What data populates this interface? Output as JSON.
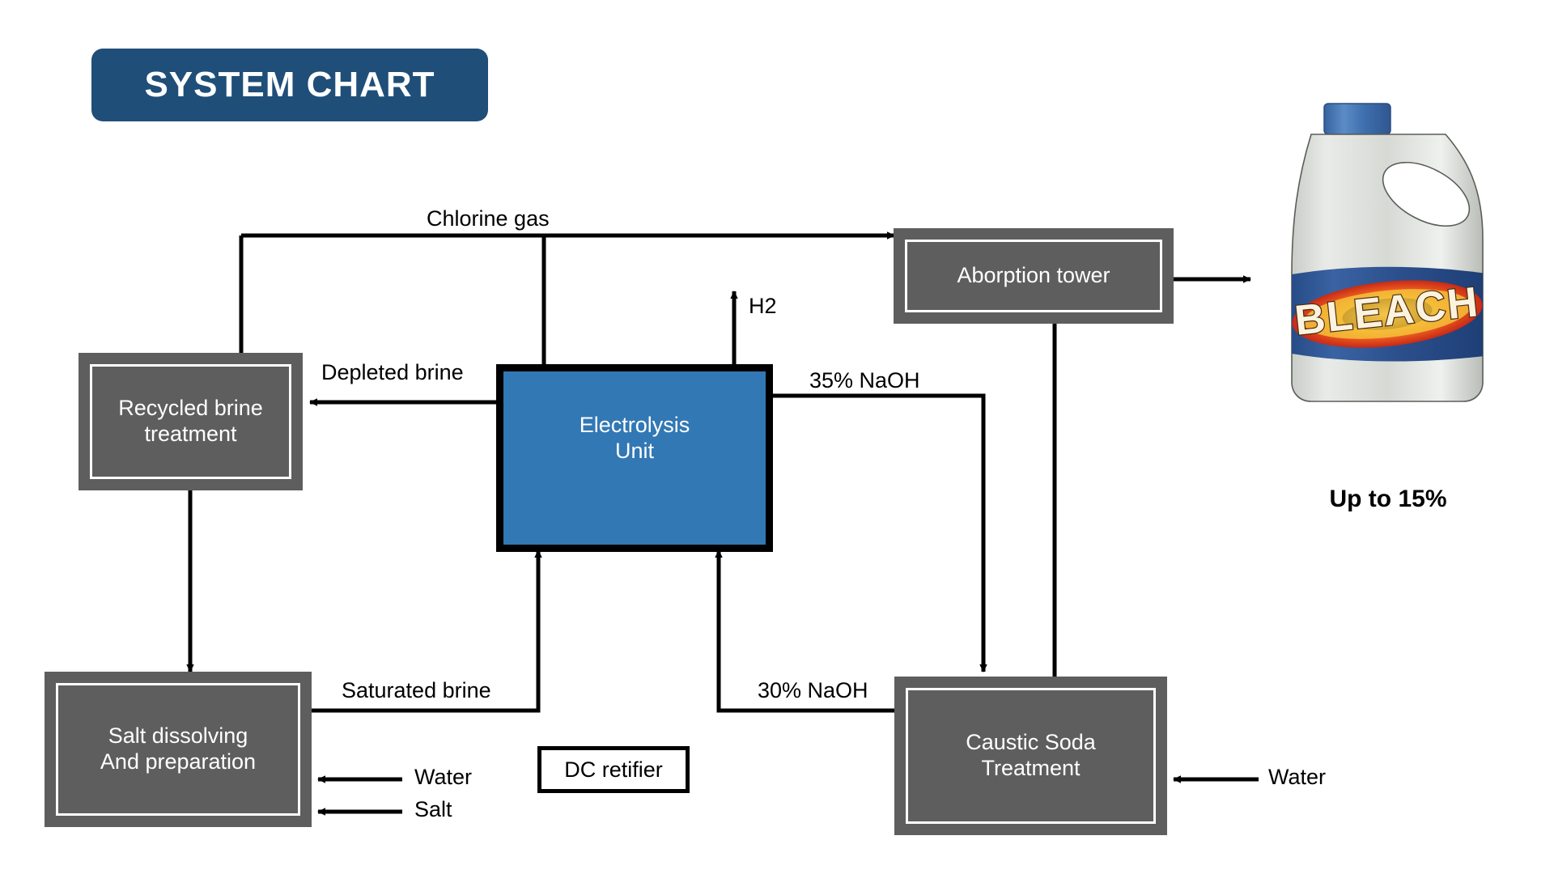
{
  "title": {
    "text": "SYSTEM CHART",
    "banner_color": "#1F4E79",
    "text_color": "#FFFFFF"
  },
  "colors": {
    "process_box": "#5E5E5E",
    "electrolysis_box": "#3278B4",
    "line": "#000000",
    "inner_border": "#FFFFFF",
    "bottle_cap": "#3E6FAF",
    "bottle_label": "#2C4F8C",
    "bottle_body": "#DCDEDB"
  },
  "boxes": {
    "recycled_brine": {
      "label": "Recycled brine\ntreatment"
    },
    "electrolysis": {
      "label": "Electrolysis\nUnit"
    },
    "absorption_tower": {
      "label": "Aborption tower"
    },
    "salt_dissolving": {
      "label": "Salt dissolving\nAnd preparation"
    },
    "caustic_soda": {
      "label": "Caustic Soda\nTreatment"
    },
    "dc_retifier": {
      "label": "DC retifier"
    }
  },
  "flow_labels": {
    "chlorine_gas": "Chlorine gas",
    "depleted_brine": "Depleted brine",
    "hydrogen": "H2",
    "naoh_35": "35% NaOH",
    "naoh_30": "30% NaOH",
    "saturated_brine": "Saturated brine",
    "water_left": "Water",
    "salt_left": "Salt",
    "water_right": "Water"
  },
  "product": {
    "bottle_text": "BLEACH",
    "caption": "Up to 15%"
  }
}
